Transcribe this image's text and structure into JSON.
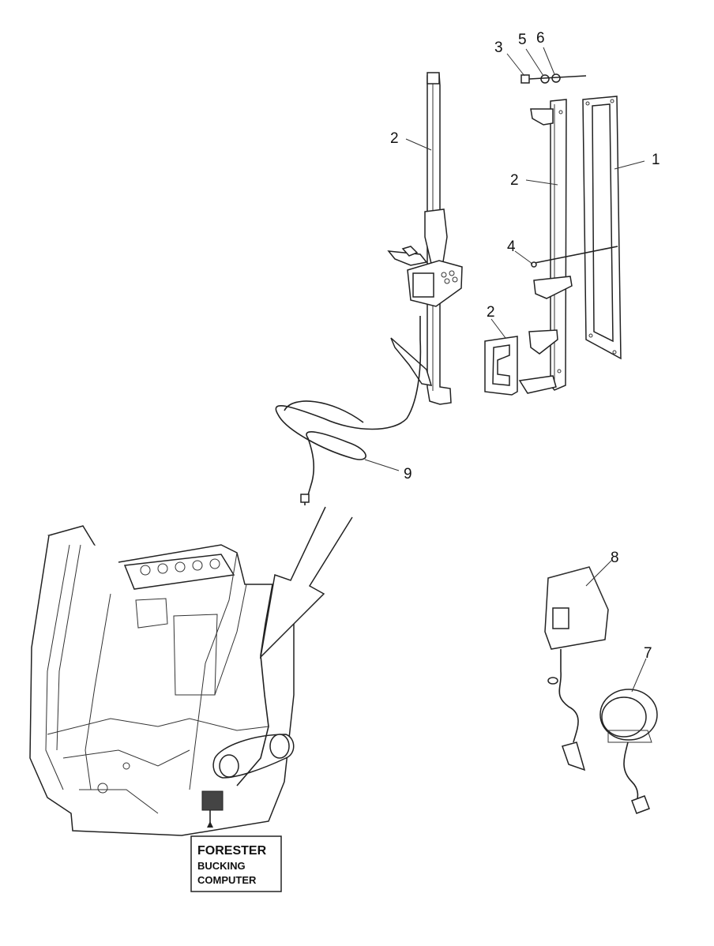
{
  "callouts": {
    "c1": "1",
    "c2a": "2",
    "c2b": "2",
    "c2c": "2",
    "c3": "3",
    "c4": "4",
    "c5": "5",
    "c6": "6",
    "c7": "7",
    "c8": "8",
    "c9": "9"
  },
  "label_box": {
    "line1": "FORESTER",
    "line2": "BUCKING",
    "line3": "COMPUTER"
  }
}
